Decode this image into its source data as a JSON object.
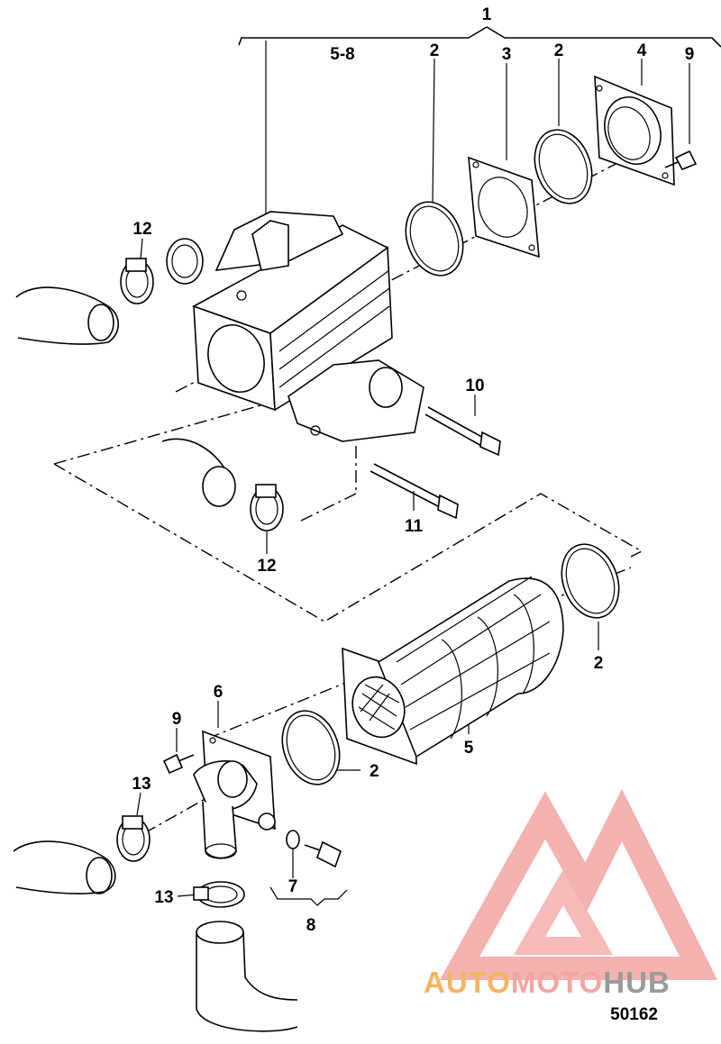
{
  "callouts": {
    "c1": "1",
    "c5_8": "5-8",
    "c2_a": "2",
    "c3": "3",
    "c2_b": "2",
    "c4": "4",
    "c9_a": "9",
    "c12_a": "12",
    "c10": "10",
    "c11": "11",
    "c12_b": "12",
    "c2_c": "2",
    "c6": "6",
    "c9_b": "9",
    "c5": "5",
    "c2_d": "2",
    "c13_a": "13",
    "c13_b": "13",
    "c7": "7",
    "c8": "8"
  },
  "watermark": {
    "part1": "AUTO",
    "part2": "MOTO",
    "part3": "HUB",
    "color_orange": "#f5b461",
    "color_pink": "#f3a5a3",
    "color_gray": "#9a9a9a"
  },
  "drawing_number": "50162"
}
